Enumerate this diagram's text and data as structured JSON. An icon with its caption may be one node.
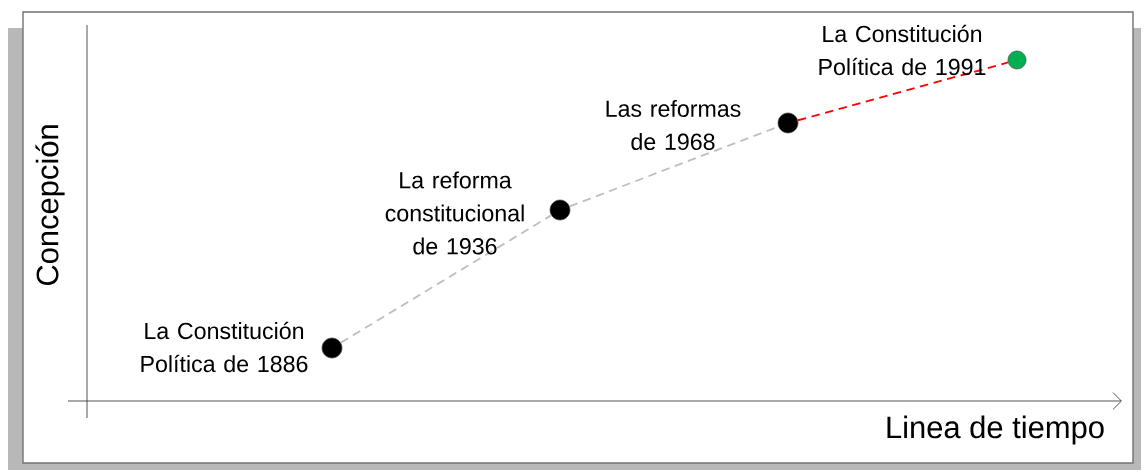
{
  "diagram": {
    "nodes": [
      {
        "text": [],
        "shape": "circle",
        "beside": [
          "La Constitución Política de 1886"
        ]
      },
      {
        "text": [],
        "shape": "circle",
        "beside": [
          "La reforma constitucional de 1936"
        ]
      },
      {
        "text": [],
        "shape": "circle",
        "beside": [
          "Las reformas de 1968"
        ]
      },
      {
        "text": [],
        "shape": "circle",
        "beside": [
          "La Constitución Política de 1991"
        ]
      }
    ],
    "edges": [
      {
        "from": 0,
        "to": 1,
        "arrow": "none",
        "style": "dashed"
      },
      {
        "from": 1,
        "to": 2,
        "arrow": "none",
        "style": "dashed"
      },
      {
        "from": 2,
        "to": 3,
        "arrow": "none",
        "style": "dashed",
        "color": "#ff0000"
      }
    ],
    "labels": [
      "Concepción",
      "Linea de tiempo"
    ]
  }
}
